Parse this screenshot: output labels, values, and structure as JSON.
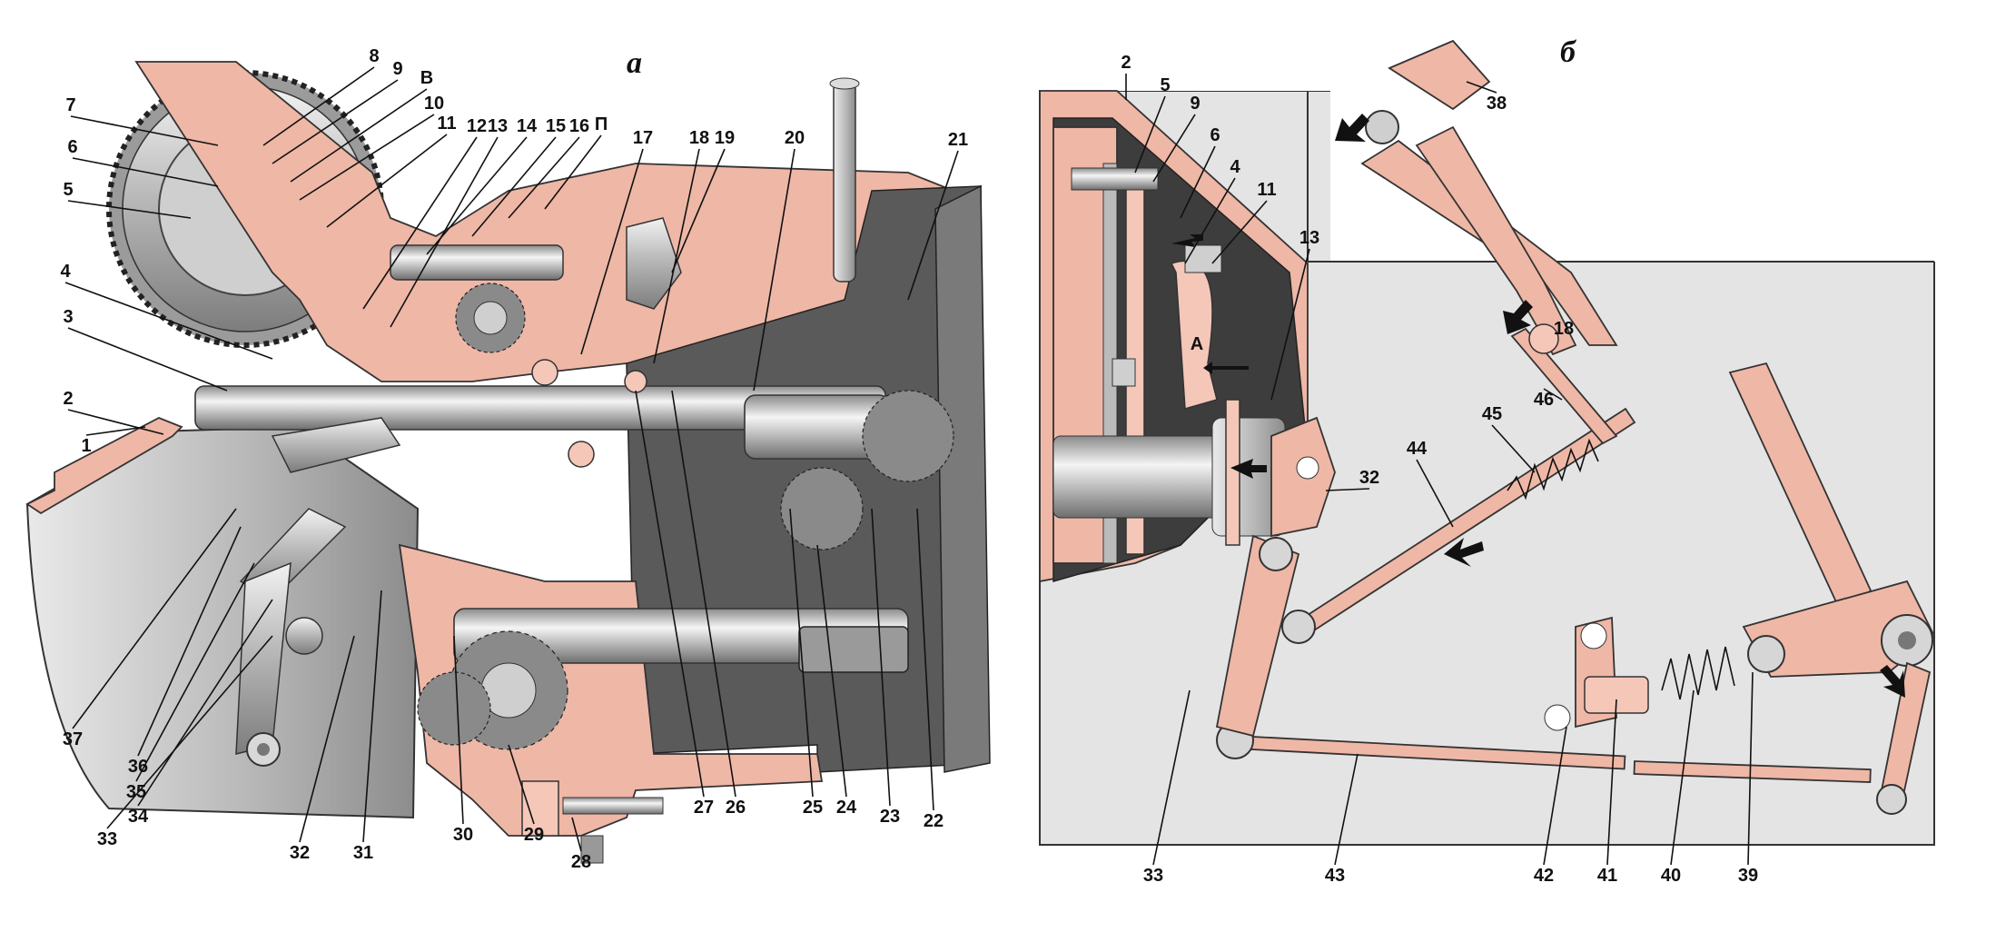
{
  "panel_a": {
    "title": "а",
    "labels": [
      "1",
      "2",
      "3",
      "4",
      "5",
      "6",
      "7",
      "8",
      "9",
      "В",
      "10",
      "11",
      "12",
      "13",
      "14",
      "15",
      "16",
      "П",
      "17",
      "18",
      "19",
      "20",
      "21",
      "22",
      "23",
      "24",
      "25",
      "26",
      "27",
      "28",
      "29",
      "30",
      "31",
      "32",
      "33",
      "34",
      "35",
      "36",
      "37"
    ]
  },
  "panel_b": {
    "title": "б",
    "labels": [
      "2",
      "5",
      "9",
      "6",
      "4",
      "11",
      "13",
      "А",
      "38",
      "18",
      "46",
      "45",
      "44",
      "32",
      "33",
      "43",
      "42",
      "41",
      "40",
      "39"
    ]
  },
  "colors": {
    "housing_pink": "#efb7a6",
    "metal_gray": "#b8b8b8",
    "dark_interior": "#5a5a5a",
    "panel_b_background": "#e4e4e4"
  }
}
